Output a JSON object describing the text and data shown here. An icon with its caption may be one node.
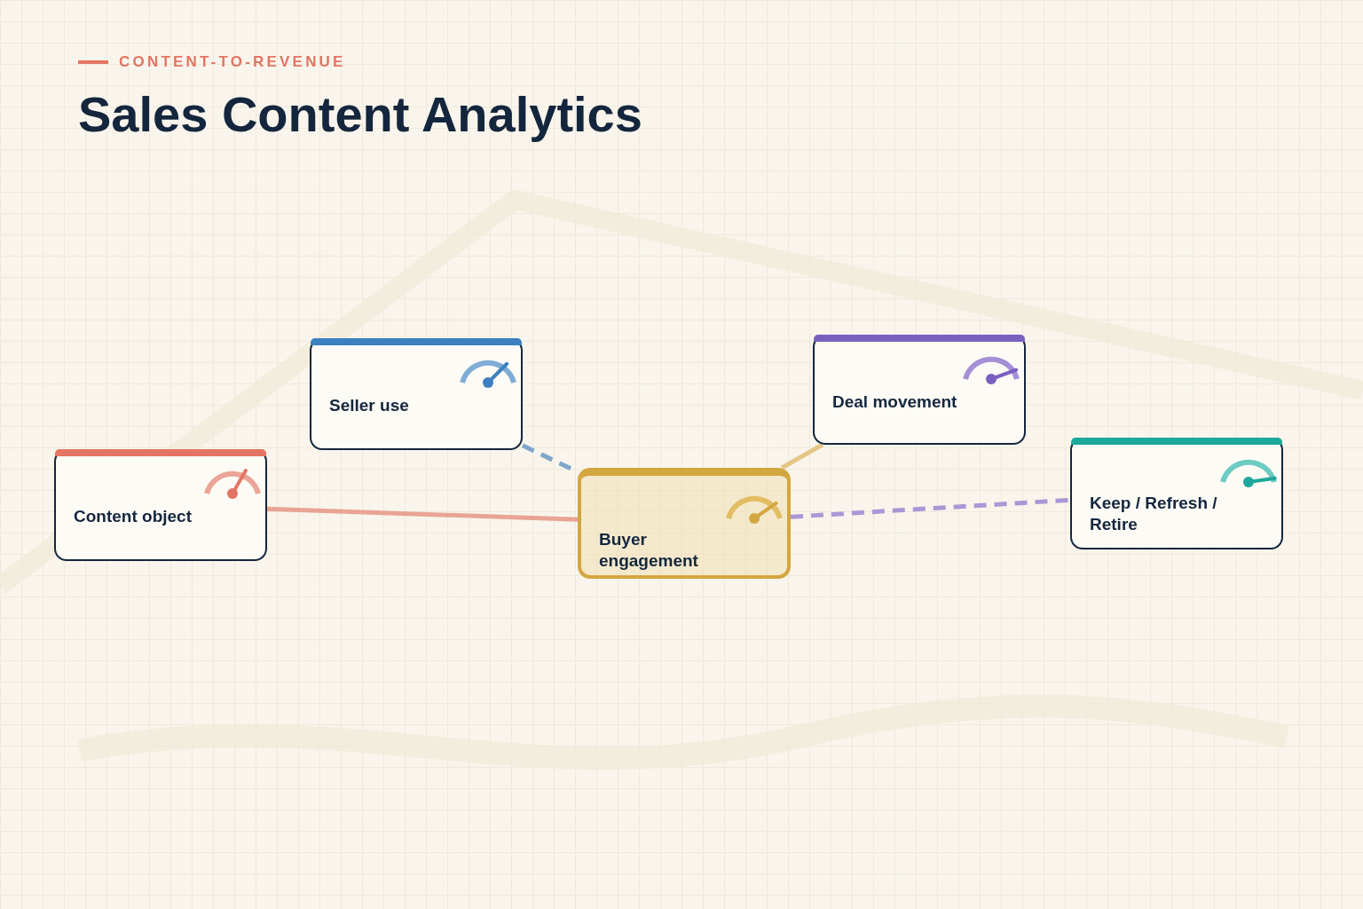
{
  "diagram": {
    "title": "Sales Content Analytics",
    "nodes": [
      {
        "text": [
          "Content object"
        ]
      },
      {
        "text": [
          "Seller use"
        ]
      },
      {
        "text": [
          "Buyer engagement"
        ]
      },
      {
        "text": [
          "Deal movement"
        ]
      },
      {
        "text": [
          "Keep / Refresh / Retire"
        ]
      }
    ],
    "edges": [
      {
        "from": 0,
        "to": 2,
        "arrow": "none",
        "color": "#e9a494"
      },
      {
        "from": 1,
        "to": 2,
        "arrow": "none",
        "style": "dashed",
        "color": "#7ea6c9"
      },
      {
        "from": 3,
        "to": 2,
        "arrow": "none",
        "color": "#e6c687"
      },
      {
        "from": 2,
        "to": 4,
        "arrow": "none",
        "style": "dashed",
        "color": "#a898d6"
      }
    ],
    "labels": [
      "CONTENT-TO-REVENUE"
    ]
  }
}
